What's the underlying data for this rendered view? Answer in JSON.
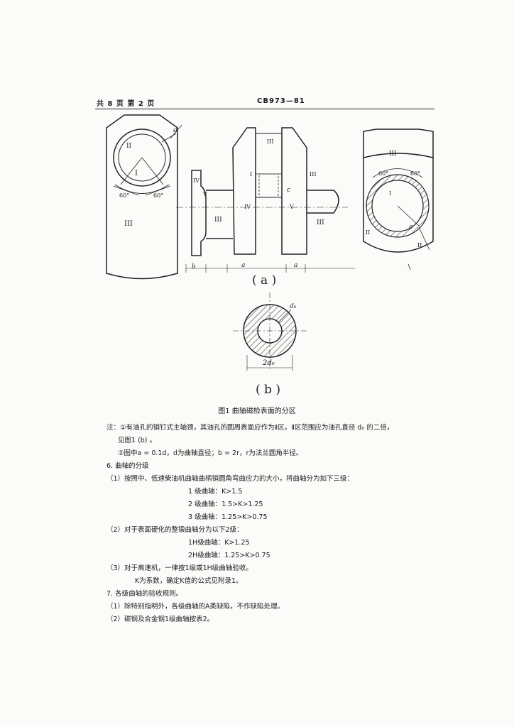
{
  "header": {
    "page_info": "共 8 页 第 2 页",
    "doc_code": "CB973—81"
  },
  "figure": {
    "label_a": "( a )",
    "label_b": "( b )",
    "caption": "图1  曲轴磁检表面的分区",
    "zone_labels": {
      "I": "I",
      "II": "II",
      "III": "III",
      "IV": "IV",
      "V": "V"
    },
    "angle_60": "60°",
    "dim_a": "a",
    "dim_b": "b",
    "dim_d0": "d₀",
    "dim_2d0": "2d₀",
    "dim_r": "ρ",
    "dim_c": "c"
  },
  "notes": [
    "注：①有油孔的销钉式主轴颈，其油孔的圆周表面应作为Ⅱ区。Ⅱ区范围应为油孔直径 d₀ 的二倍，",
    "见图1 (b) 。",
    "②图中a = 0.1d，d为曲轴直径；b = 2r，r为法兰圆角半径。",
    "6.   曲轴的分级",
    "（1）按照中、低速柴油机曲轴曲柄销圆角弯曲应力的大小，将曲轴分为如下三级：",
    "1 级曲轴：K>1.5",
    "2 级曲轴：1.5>K>1.25",
    "3 级曲轴：1.25>K>0.75",
    "（2）对于表面硬化的整锻曲轴分为以下2级：",
    "1H级曲轴：K>1.25",
    "2H级曲轴：1.25>K>0.75",
    "（3）对于高速机，一律按1级或1H级曲轴验收。",
    "K为系数，确定K值的公式见附录1。",
    "7.   各级曲轴的验收规则。",
    "（1）除特别指明外，各级曲轴的A类缺陷，不作缺陷处理。",
    "（2）碳钢及合金钢1级曲轴按表2。"
  ]
}
